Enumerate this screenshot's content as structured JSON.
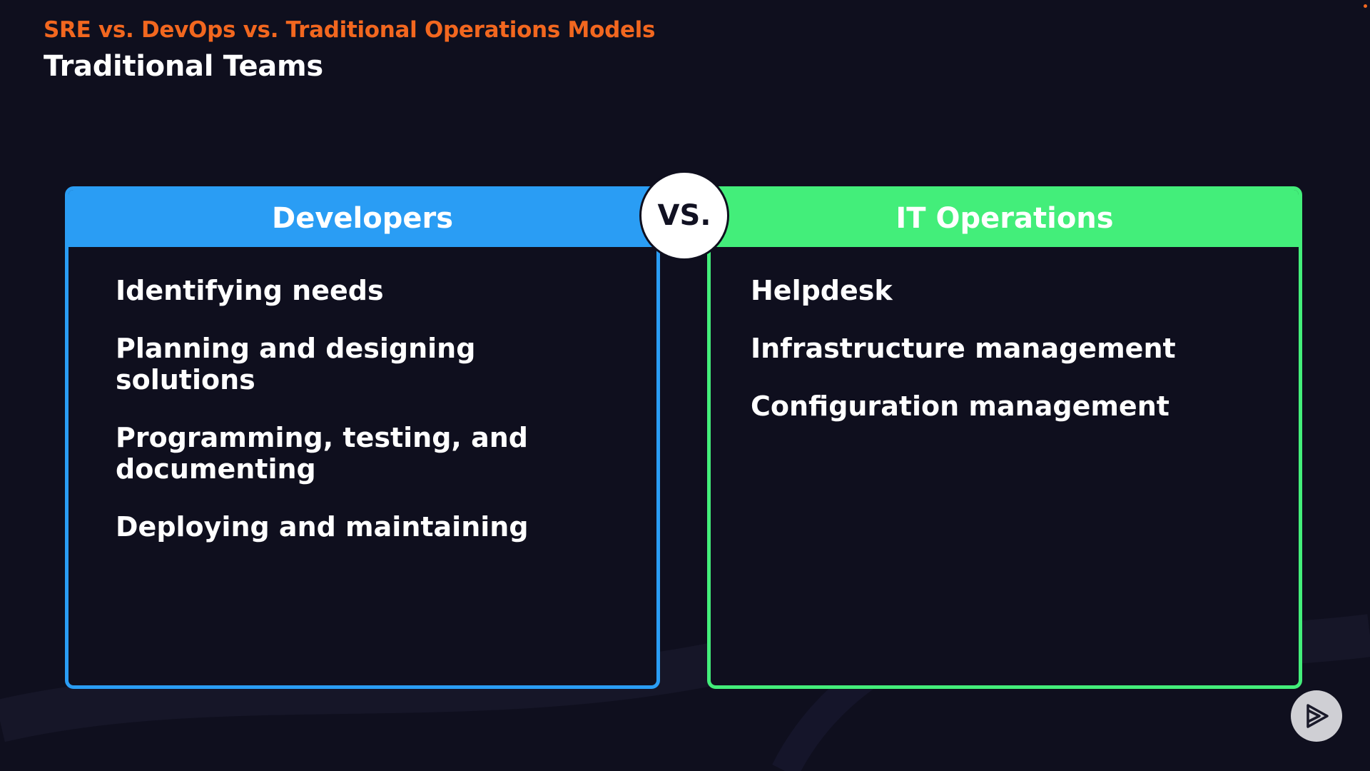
{
  "header": {
    "kicker": "SRE vs. DevOps vs. Traditional Operations Models",
    "title": "Traditional Teams"
  },
  "vs_label": "VS.",
  "panels": {
    "developers": {
      "title": "Developers",
      "color": "#2a9df4",
      "items": [
        "Identifying needs",
        "Planning and designing solutions",
        "Programming, testing, and documenting",
        "Deploying and maintaining"
      ]
    },
    "operations": {
      "title": "IT Operations",
      "color": "#43ee7a",
      "items": [
        "Helpdesk",
        "Infrastructure management",
        "Configuration management"
      ]
    }
  },
  "colors": {
    "background": "#0f0f1e",
    "accent": "#f2671f",
    "text": "#ffffff"
  },
  "controls": {
    "play_icon": "play-logo-icon"
  }
}
